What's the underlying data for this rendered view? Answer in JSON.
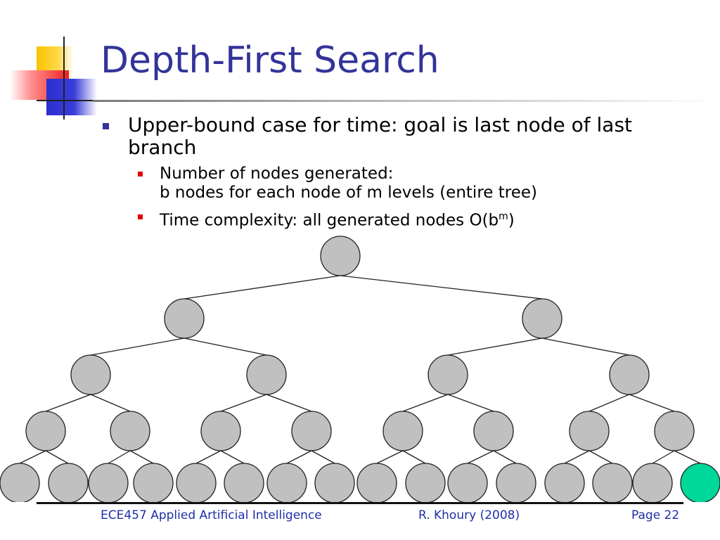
{
  "slide": {
    "title": "Depth-First Search",
    "bullets": {
      "main": "Upper-bound case for time: goal is last node of last branch",
      "sub1_line1": "Number of nodes generated:",
      "sub1_line2": "b nodes for each node of m levels (entire tree)",
      "sub2_text": "Time complexity: all generated nodes O(b",
      "sub2_sup": "m",
      "sub2_close": ")"
    },
    "tree": {
      "levels": 5,
      "branching": 2,
      "goal": "last node of last branch",
      "node_color": "#c0c0c0",
      "goal_color": "#00d79a"
    },
    "footer": {
      "course": "ECE457 Applied Artificial Intelligence",
      "author": "R. Khoury (2008)",
      "page": "Page 22"
    }
  },
  "colors": {
    "title": "#33339a",
    "bullet_main": "#33339a",
    "bullet_sub": "#e00000",
    "footer_text": "#1f2fa8"
  }
}
